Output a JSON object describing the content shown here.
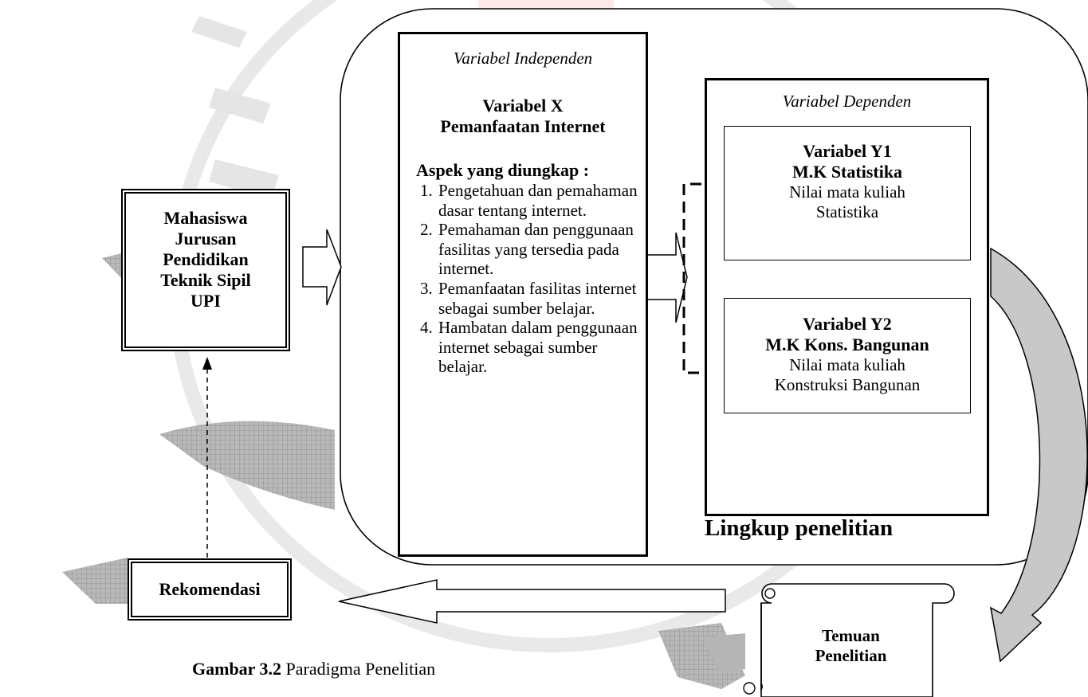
{
  "mahasiswa": {
    "lines": [
      "Mahasiswa",
      "Jurusan",
      "Pendidikan",
      "Teknik Sipil",
      "UPI"
    ]
  },
  "independen": {
    "caption": "Variabel Independen",
    "title": "Variabel X",
    "subtitle": "Pemanfaatan Internet",
    "aspek_heading": "Aspek yang diungkap :",
    "aspek": [
      "Pengetahuan dan pemahaman dasar tentang internet.",
      "Pemahaman dan penggunaan fasilitas yang tersedia pada internet.",
      "Pemanfaatan fasilitas internet sebagai sumber belajar.",
      "Hambatan dalam penggunaan internet sebagai sumber belajar."
    ]
  },
  "dependen": {
    "caption": "Variabel Dependen",
    "y1": {
      "title": "Variabel Y1",
      "subtitle": "M.K Statistika",
      "desc": [
        "Nilai mata kuliah",
        "Statistika"
      ]
    },
    "y2": {
      "title": "Variabel Y2",
      "subtitle": "M.K Kons. Bangunan",
      "desc": [
        "Nilai mata kuliah",
        "Konstruksi Bangunan"
      ]
    }
  },
  "lingkup": "Lingkup penelitian",
  "rekomendasi": "Rekomendasi",
  "temuan": [
    "Temuan",
    "Penelitian"
  ],
  "caption": {
    "bold": "Gambar 3.2",
    "text": " Paradigma Penelitian"
  }
}
